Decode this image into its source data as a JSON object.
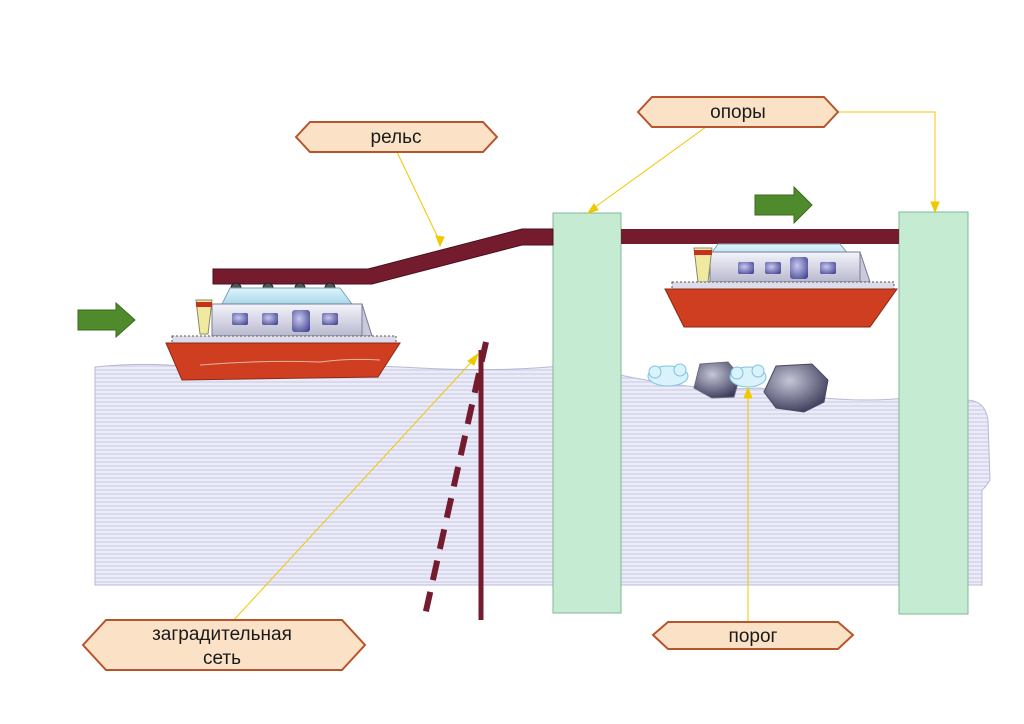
{
  "labels": {
    "rail": "рельс",
    "supports": "опоры",
    "net_line1": "заградительная",
    "net_line2": "сеть",
    "threshold": "порог"
  },
  "colors": {
    "water": "#ececf8",
    "water_lines": "#c9c9e6",
    "rail": "#741c2e",
    "support": "#c5ecd2",
    "hull": "#d03e22",
    "arrow": "#4f8a2c",
    "label_fill": "#fbe2c6",
    "label_stroke": "#b7542b",
    "leader": "#f0c800"
  },
  "icons": [
    "arrow-right-icon",
    "boat-icon",
    "stone-icon",
    "foam-icon"
  ]
}
